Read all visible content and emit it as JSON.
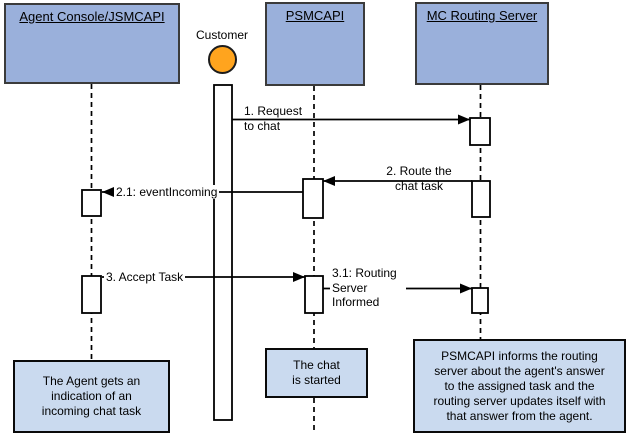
{
  "diagram_type": "uml-sequence-diagram",
  "colors": {
    "participant_fill": "#9ab0db",
    "note_fill": "#cadaef",
    "actor_fill": "#ffa41e",
    "line_color": "#000000"
  },
  "participants": {
    "agent": {
      "label": "Agent Console/JSMCAPI"
    },
    "customer": {
      "label": "Customer"
    },
    "psmcapi": {
      "label": "PSMCAPI"
    },
    "mc": {
      "label": "MC Routing Server"
    }
  },
  "messages": {
    "m1": {
      "lines": [
        "1. Request",
        "to chat"
      ],
      "from": "Customer",
      "to": "MC Routing Server"
    },
    "m2": {
      "lines": [
        "2. Route the",
        "chat task"
      ],
      "from": "MC Routing Server",
      "to": "PSMCAPI"
    },
    "m2_1": {
      "label": "2.1: eventIncoming",
      "from": "PSMCAPI",
      "to": "Agent Console/JSMCAPI"
    },
    "m3": {
      "label": "3. Accept Task",
      "from": "Agent Console/JSMCAPI",
      "to": "PSMCAPI"
    },
    "m3_1": {
      "lines": [
        "3.1: Routing",
        "Server",
        "Informed"
      ],
      "from": "PSMCAPI",
      "to": "MC Routing Server"
    }
  },
  "notes": {
    "agent": {
      "lines": [
        "The Agent gets an",
        "indication of an",
        "incoming chat task"
      ]
    },
    "chat": {
      "lines": [
        "The chat",
        "is started"
      ]
    },
    "routing": {
      "lines": [
        "PSMCAPI informs the routing",
        "server about the agent's answer",
        "to the assigned task and the",
        "routing server updates itself with",
        "that answer from the agent."
      ]
    }
  }
}
